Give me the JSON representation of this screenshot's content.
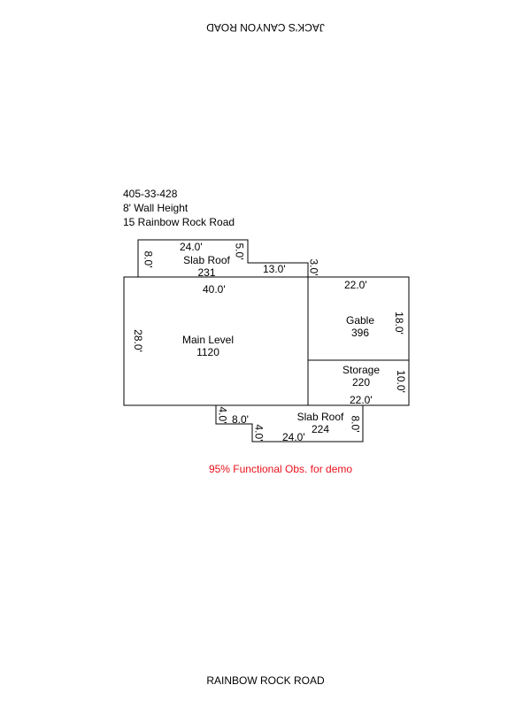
{
  "roads": {
    "top": "JACK'S CANYON ROAD",
    "bottom": "RAINBOW ROCK ROAD"
  },
  "info": {
    "parcel": "405-33-428",
    "wall_height": "8' Wall Height",
    "address": "15 Rainbow Rock Road"
  },
  "areas": {
    "slab_roof_top": {
      "name": "Slab Roof",
      "area": "231"
    },
    "main_level": {
      "name": "Main Level",
      "area": "1120"
    },
    "gable": {
      "name": "Gable",
      "area": "396"
    },
    "storage": {
      "name": "Storage",
      "area": "220"
    },
    "slab_roof_bottom": {
      "name": "Slab Roof",
      "area": "224"
    }
  },
  "dims": {
    "top_slab_width": "24.0'",
    "top_slab_height": "8.0'",
    "top_slab_notch": "5.0'",
    "top_slab_step": "13.0'",
    "gable_step": "3.0'",
    "main_width": "40.0'",
    "main_height": "28.0'",
    "gable_width": "22.0'",
    "gable_height": "18.0'",
    "storage_height": "10.0'",
    "storage_width": "22.0'",
    "bottom_step_a": "4.0'",
    "bottom_step_b": "8.0'",
    "bottom_step_c": "4.0'",
    "bottom_slab_width": "24.0'",
    "bottom_slab_height": "8.0'"
  },
  "note": {
    "text": "95% Functional Obs. for demo",
    "color": "#e8101a"
  }
}
